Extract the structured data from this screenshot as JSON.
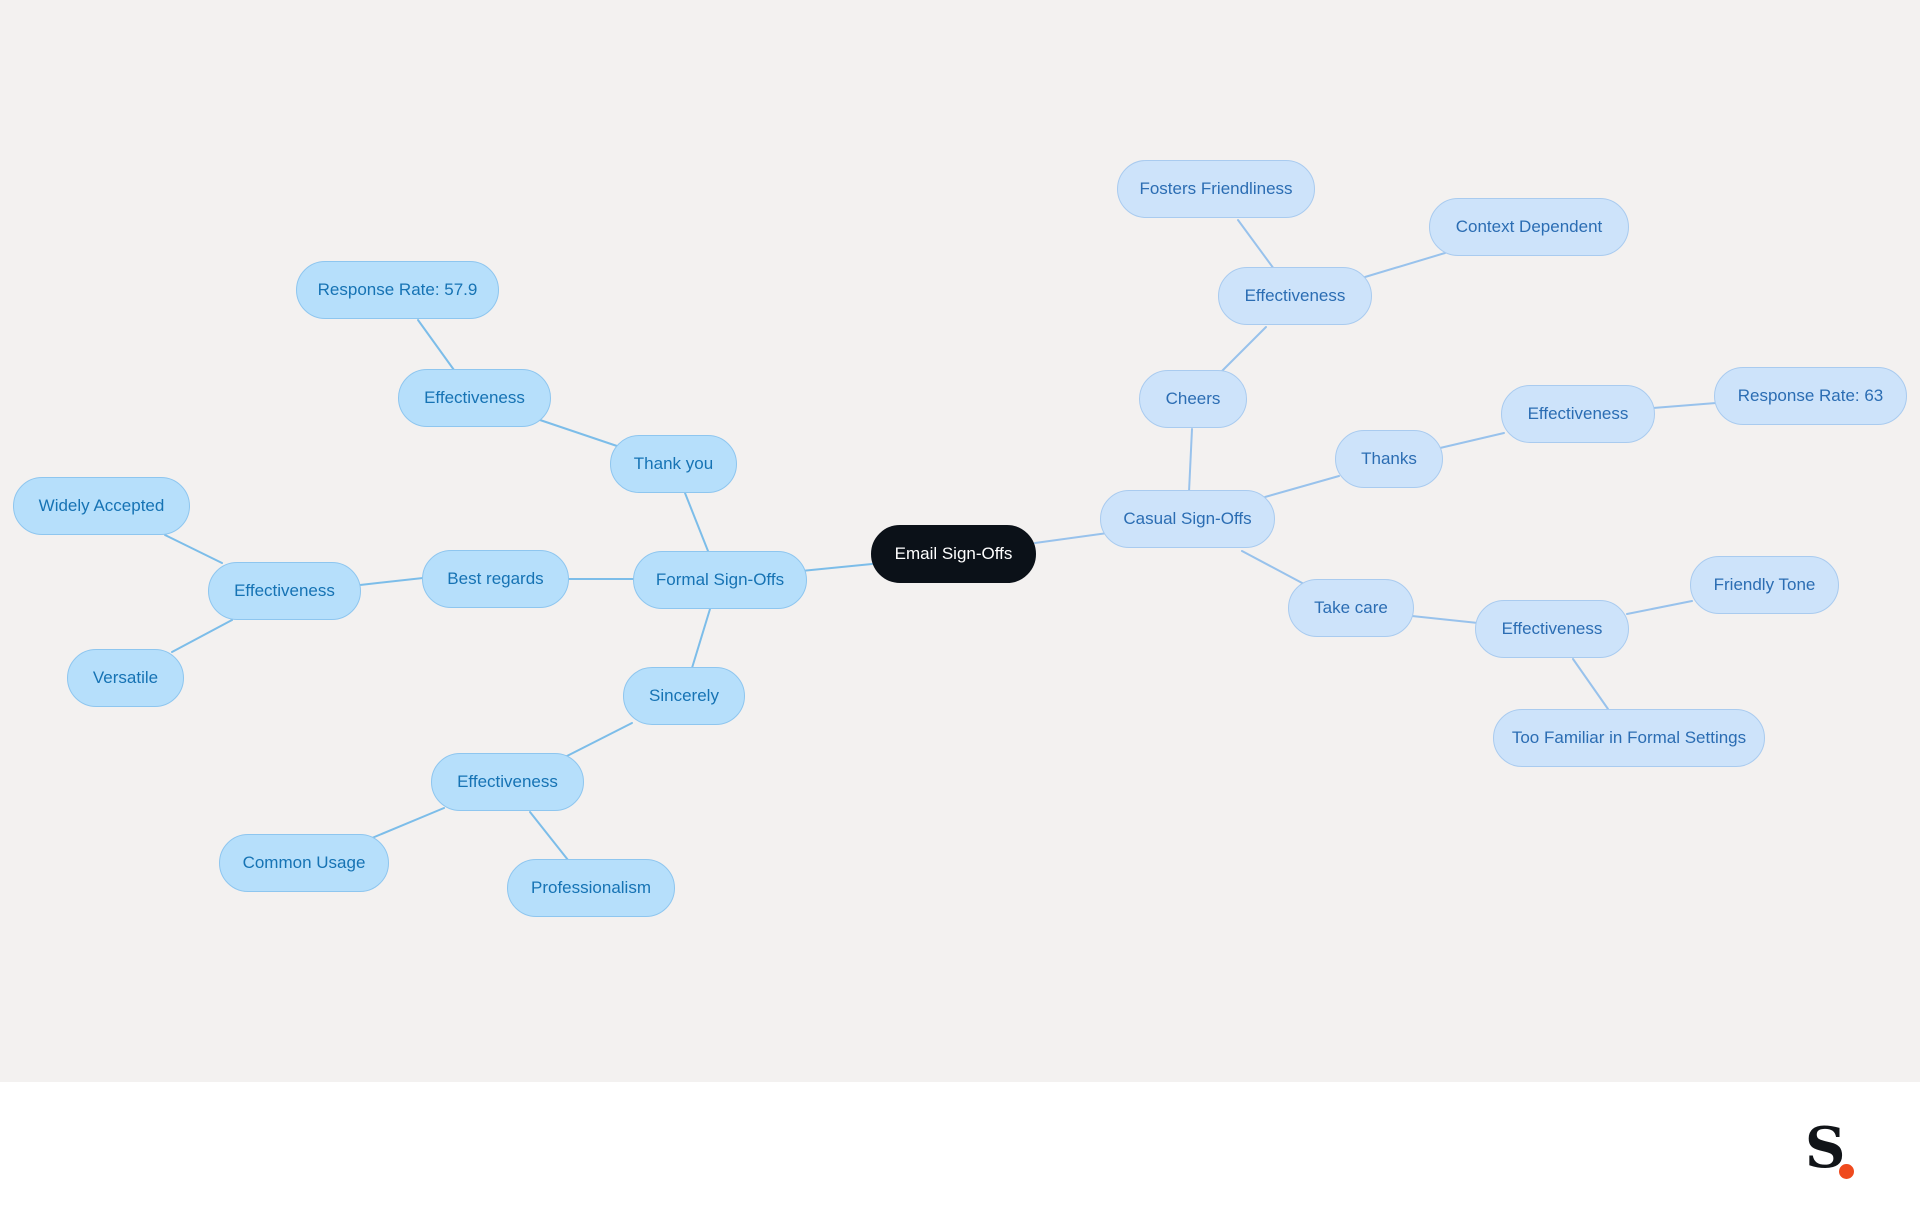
{
  "diagram": {
    "root": {
      "label": "Email Sign-Offs"
    },
    "formal": {
      "label": "Formal Sign-Offs",
      "thank_you": {
        "label": "Thank you",
        "effectiveness": {
          "label": "Effectiveness",
          "response_rate": "Response Rate: 57.9"
        }
      },
      "best_regards": {
        "label": "Best regards",
        "effectiveness": {
          "label": "Effectiveness",
          "widely_accepted": "Widely Accepted",
          "versatile": "Versatile"
        }
      },
      "sincerely": {
        "label": "Sincerely",
        "effectiveness": {
          "label": "Effectiveness",
          "common_usage": "Common Usage",
          "professionalism": "Professionalism"
        }
      }
    },
    "casual": {
      "label": "Casual Sign-Offs",
      "cheers": {
        "label": "Cheers",
        "effectiveness": {
          "label": "Effectiveness",
          "fosters_friendliness": "Fosters Friendliness",
          "context_dependent": "Context Dependent"
        }
      },
      "thanks": {
        "label": "Thanks",
        "effectiveness": {
          "label": "Effectiveness",
          "response_rate": "Response Rate: 63"
        }
      },
      "take_care": {
        "label": "Take care",
        "effectiveness": {
          "label": "Effectiveness",
          "friendly_tone": "Friendly Tone",
          "too_familiar": "Too Familiar in Formal Settings"
        }
      }
    }
  },
  "colors": {
    "canvas_background": "#f3f1f0",
    "root_fill": "#0b1118",
    "formal_fill": "#b6dffb",
    "formal_text": "#1673b4",
    "casual_fill": "#cde3fa",
    "casual_text": "#2b6db3",
    "logo_dot": "#ef4a1e"
  },
  "brand": {
    "logo_letter": "S"
  }
}
